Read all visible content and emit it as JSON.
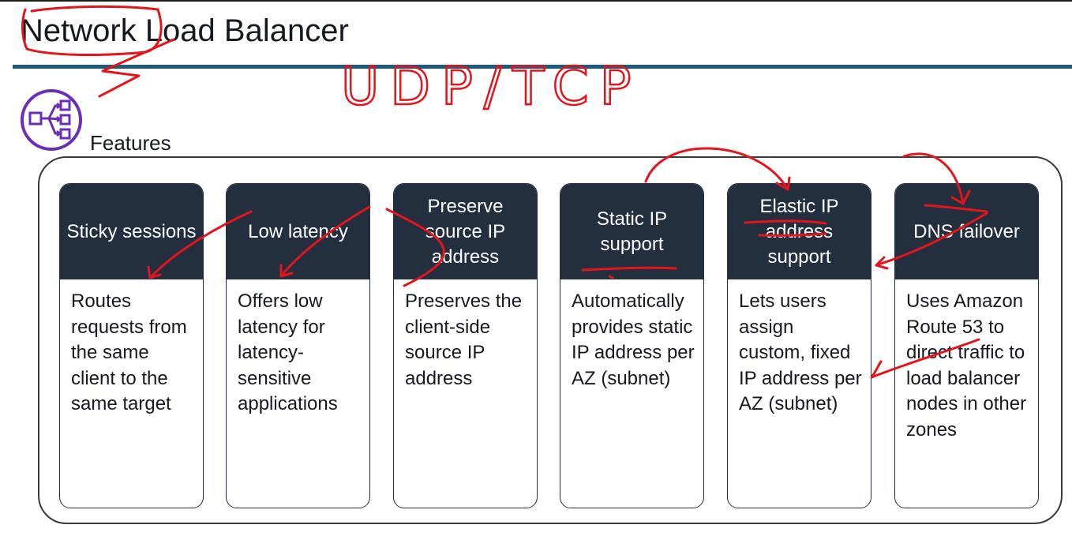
{
  "slide": {
    "title": "Network Load Balancer",
    "section_label": "Features",
    "icon": "network-load-balancer-icon",
    "colors": {
      "header_bg": "#232f3e",
      "rule": "#1f5a7a",
      "icon_purple": "#6b2fb3",
      "annotation": "#e3141b"
    }
  },
  "cards": [
    {
      "title": "Sticky sessions",
      "body": "Routes requests from the same client to the same target"
    },
    {
      "title": "Low latency",
      "body": "Offers low latency for latency-sensitive applications"
    },
    {
      "title": "Preserve source IP address",
      "body": "Preserves the client-side source IP address"
    },
    {
      "title": "Static IP support",
      "body": "Automatically provides static IP address per AZ (subnet)"
    },
    {
      "title": "Elastic IP address support",
      "body": "Lets users assign custom, fixed IP address per AZ (subnet)"
    },
    {
      "title": "DNS failover",
      "body": "Uses Amazon Route 53 to direct traffic to load balancer nodes in other zones"
    }
  ],
  "annotation": {
    "handwritten_text": "UDP/TCP"
  }
}
